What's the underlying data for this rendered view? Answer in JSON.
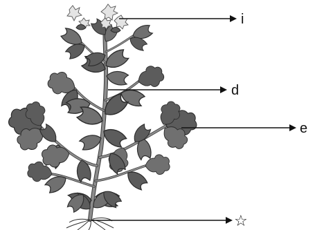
{
  "labels": {
    "flowers": "i",
    "stem": "d",
    "leaf": "e",
    "root": "☆"
  }
}
